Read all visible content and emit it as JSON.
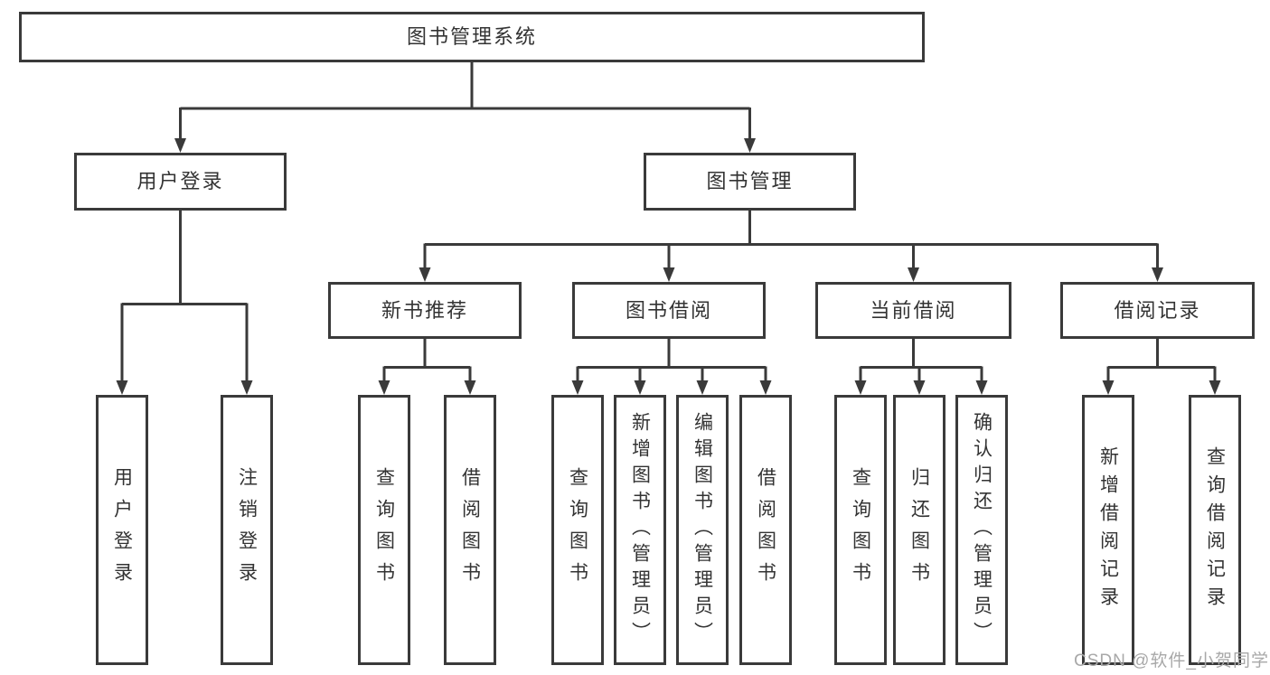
{
  "diagram": {
    "type": "hierarchy-tree",
    "colors": {
      "line": "#3a3a3a",
      "border": "#3a3a3a",
      "text": "#333333",
      "watermark_text": "#a8a8a8",
      "background": "#ffffff"
    },
    "root": {
      "label": "图书管理系统"
    },
    "level2": [
      {
        "label": "用户登录"
      },
      {
        "label": "图书管理"
      }
    ],
    "level3": [
      {
        "label": "新书推荐",
        "parent": "图书管理"
      },
      {
        "label": "图书借阅",
        "parent": "图书管理"
      },
      {
        "label": "当前借阅",
        "parent": "图书管理"
      },
      {
        "label": "借阅记录",
        "parent": "图书管理"
      }
    ],
    "leaves": [
      {
        "label": "用户登录",
        "parent": "用户登录"
      },
      {
        "label": "注销登录",
        "parent": "用户登录"
      },
      {
        "label": "查询图书",
        "parent": "新书推荐"
      },
      {
        "label": "借阅图书",
        "parent": "新书推荐"
      },
      {
        "label": "查询图书",
        "parent": "图书借阅"
      },
      {
        "label": "新增图书（管理员）",
        "parent": "图书借阅"
      },
      {
        "label": "编辑图书（管理员）",
        "parent": "图书借阅"
      },
      {
        "label": "借阅图书",
        "parent": "图书借阅"
      },
      {
        "label": "查询图书",
        "parent": "当前借阅"
      },
      {
        "label": "归还图书",
        "parent": "当前借阅"
      },
      {
        "label": "确认归还（管理员）",
        "parent": "当前借阅"
      },
      {
        "label": "新增借阅记录",
        "parent": "借阅记录"
      },
      {
        "label": "查询借阅记录",
        "parent": "借阅记录"
      }
    ]
  },
  "watermark": "CSDN @软件_小贺同学"
}
